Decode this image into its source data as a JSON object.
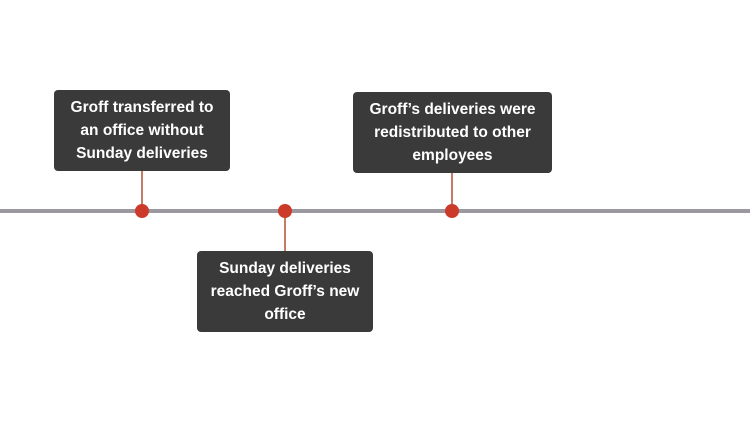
{
  "timeline": {
    "colors": {
      "line": "#9b989f",
      "dot": "#cc3a2a",
      "connector": "#c47a63",
      "card_bg": "#3a3a3a",
      "card_text": "#ffffff"
    },
    "events": [
      {
        "text": "Groff transferred to\nan office without\nSunday deliveries",
        "position": "above"
      },
      {
        "text": "Sunday deliveries\nreached Groff’s new\noffice",
        "position": "below"
      },
      {
        "text": "Groff’s deliveries were\nredistributed to other\nemployees",
        "position": "above"
      }
    ]
  }
}
